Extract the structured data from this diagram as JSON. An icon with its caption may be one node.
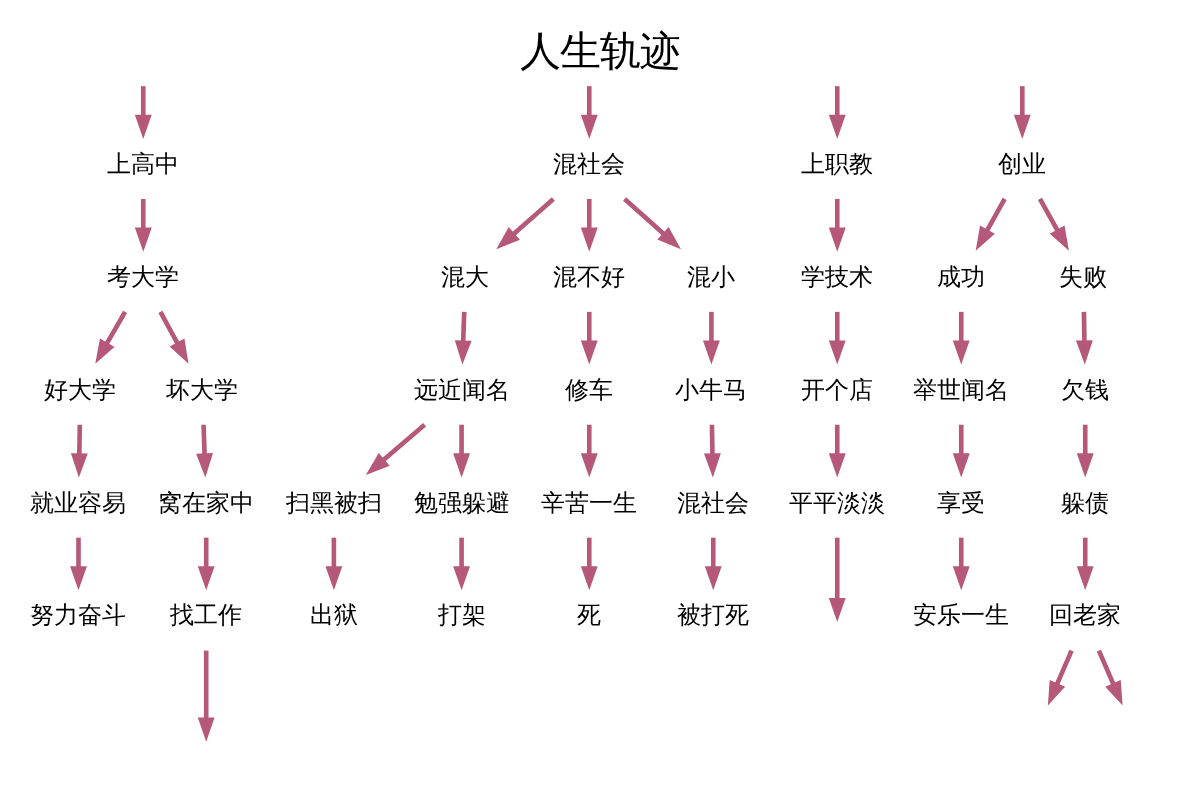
{
  "diagram": {
    "title": "人生轨迹",
    "nodes": [
      {
        "text": [
          "上高中"
        ]
      },
      {
        "text": [
          "混社会"
        ]
      },
      {
        "text": [
          "上职教"
        ]
      },
      {
        "text": [
          "创业"
        ]
      },
      {
        "text": [
          "考大学"
        ]
      },
      {
        "text": [
          "混大"
        ]
      },
      {
        "text": [
          "混不好"
        ]
      },
      {
        "text": [
          "混小"
        ]
      },
      {
        "text": [
          "学技术"
        ]
      },
      {
        "text": [
          "成功"
        ]
      },
      {
        "text": [
          "失败"
        ]
      },
      {
        "text": [
          "好大学"
        ]
      },
      {
        "text": [
          "坏大学"
        ]
      },
      {
        "text": [
          "远近闻名"
        ]
      },
      {
        "text": [
          "修车"
        ]
      },
      {
        "text": [
          "小牛马"
        ]
      },
      {
        "text": [
          "开个店"
        ]
      },
      {
        "text": [
          "举世闻名"
        ]
      },
      {
        "text": [
          "欠钱"
        ]
      },
      {
        "text": [
          "就业容易"
        ]
      },
      {
        "text": [
          "窝在家中"
        ]
      },
      {
        "text": [
          "扫黑被扫"
        ]
      },
      {
        "text": [
          "勉强躲避"
        ]
      },
      {
        "text": [
          "辛苦一生"
        ]
      },
      {
        "text": [
          "混社会"
        ]
      },
      {
        "text": [
          "平平淡淡"
        ]
      },
      {
        "text": [
          "享受"
        ]
      },
      {
        "text": [
          "躲债"
        ]
      },
      {
        "text": [
          "努力奋斗"
        ]
      },
      {
        "text": [
          "找工作"
        ]
      },
      {
        "text": [
          "出狱"
        ]
      },
      {
        "text": [
          "打架"
        ]
      },
      {
        "text": [
          "死"
        ]
      },
      {
        "text": [
          "被打死"
        ]
      },
      {
        "text": [
          "安乐一生"
        ]
      },
      {
        "text": [
          "回老家"
        ]
      }
    ],
    "edges": [
      {
        "from": null,
        "to": 0,
        "arrow": "to"
      },
      {
        "from": null,
        "to": 1,
        "arrow": "to"
      },
      {
        "from": null,
        "to": 2,
        "arrow": "to"
      },
      {
        "from": null,
        "to": 3,
        "arrow": "to"
      },
      {
        "from": 0,
        "to": 4,
        "arrow": "to"
      },
      {
        "from": 1,
        "to": 5,
        "arrow": "to"
      },
      {
        "from": 1,
        "to": 6,
        "arrow": "to"
      },
      {
        "from": 1,
        "to": 7,
        "arrow": "to"
      },
      {
        "from": 2,
        "to": 8,
        "arrow": "to"
      },
      {
        "from": 3,
        "to": 9,
        "arrow": "to"
      },
      {
        "from": 3,
        "to": 10,
        "arrow": "to"
      },
      {
        "from": 4,
        "to": 11,
        "arrow": "to"
      },
      {
        "from": 4,
        "to": 12,
        "arrow": "to"
      },
      {
        "from": 5,
        "to": 13,
        "arrow": "to"
      },
      {
        "from": 6,
        "to": 14,
        "arrow": "to"
      },
      {
        "from": 7,
        "to": 15,
        "arrow": "to"
      },
      {
        "from": 8,
        "to": 16,
        "arrow": "to"
      },
      {
        "from": 9,
        "to": 17,
        "arrow": "to"
      },
      {
        "from": 10,
        "to": 18,
        "arrow": "to"
      },
      {
        "from": 11,
        "to": 19,
        "arrow": "to"
      },
      {
        "from": 12,
        "to": 20,
        "arrow": "to"
      },
      {
        "from": 13,
        "to": 21,
        "arrow": "to"
      },
      {
        "from": 13,
        "to": 22,
        "arrow": "to"
      },
      {
        "from": 14,
        "to": 23,
        "arrow": "to"
      },
      {
        "from": 15,
        "to": 24,
        "arrow": "to"
      },
      {
        "from": 16,
        "to": 25,
        "arrow": "to"
      },
      {
        "from": 17,
        "to": 26,
        "arrow": "to"
      },
      {
        "from": 18,
        "to": 27,
        "arrow": "to"
      },
      {
        "from": 19,
        "to": 28,
        "arrow": "to"
      },
      {
        "from": 20,
        "to": 29,
        "arrow": "to"
      },
      {
        "from": 21,
        "to": 30,
        "arrow": "to"
      },
      {
        "from": 22,
        "to": 31,
        "arrow": "to"
      },
      {
        "from": 23,
        "to": 32,
        "arrow": "to"
      },
      {
        "from": 24,
        "to": 33,
        "arrow": "to"
      },
      {
        "from": 26,
        "to": 34,
        "arrow": "to"
      },
      {
        "from": 27,
        "to": 35,
        "arrow": "to"
      },
      {
        "from": 29,
        "to": null,
        "arrow": "to"
      },
      {
        "from": 25,
        "to": null,
        "arrow": "to"
      },
      {
        "from": 35,
        "to": null,
        "arrow": "to"
      },
      {
        "from": 35,
        "to": null,
        "arrow": "to"
      }
    ]
  }
}
